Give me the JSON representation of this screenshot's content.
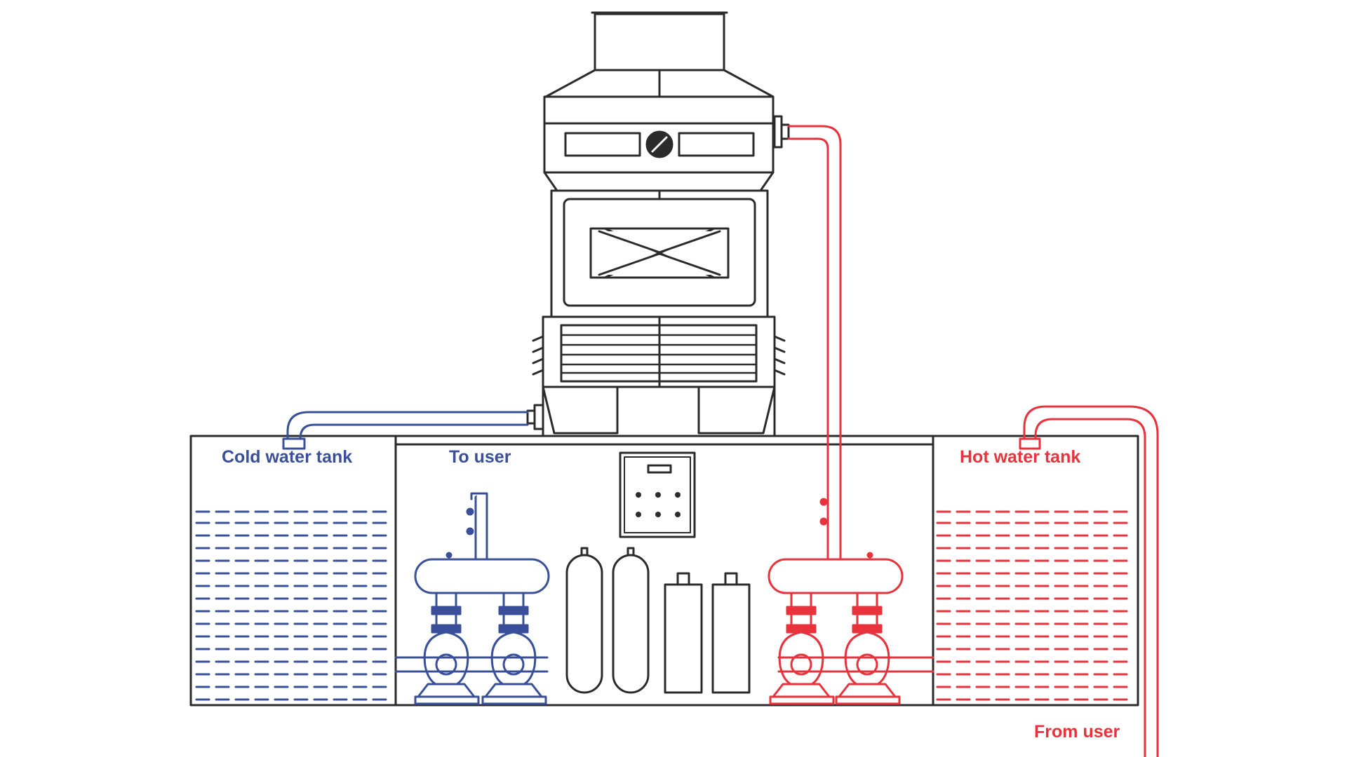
{
  "labels": {
    "cold_tank": "Cold water tank",
    "to_user": "To user",
    "hot_tank": "Hot water tank",
    "from_user": "From user"
  },
  "colors": {
    "cold": "#3a4f9a",
    "hot": "#e8323c",
    "outline": "#2b2b2b",
    "background": "#ffffff"
  }
}
